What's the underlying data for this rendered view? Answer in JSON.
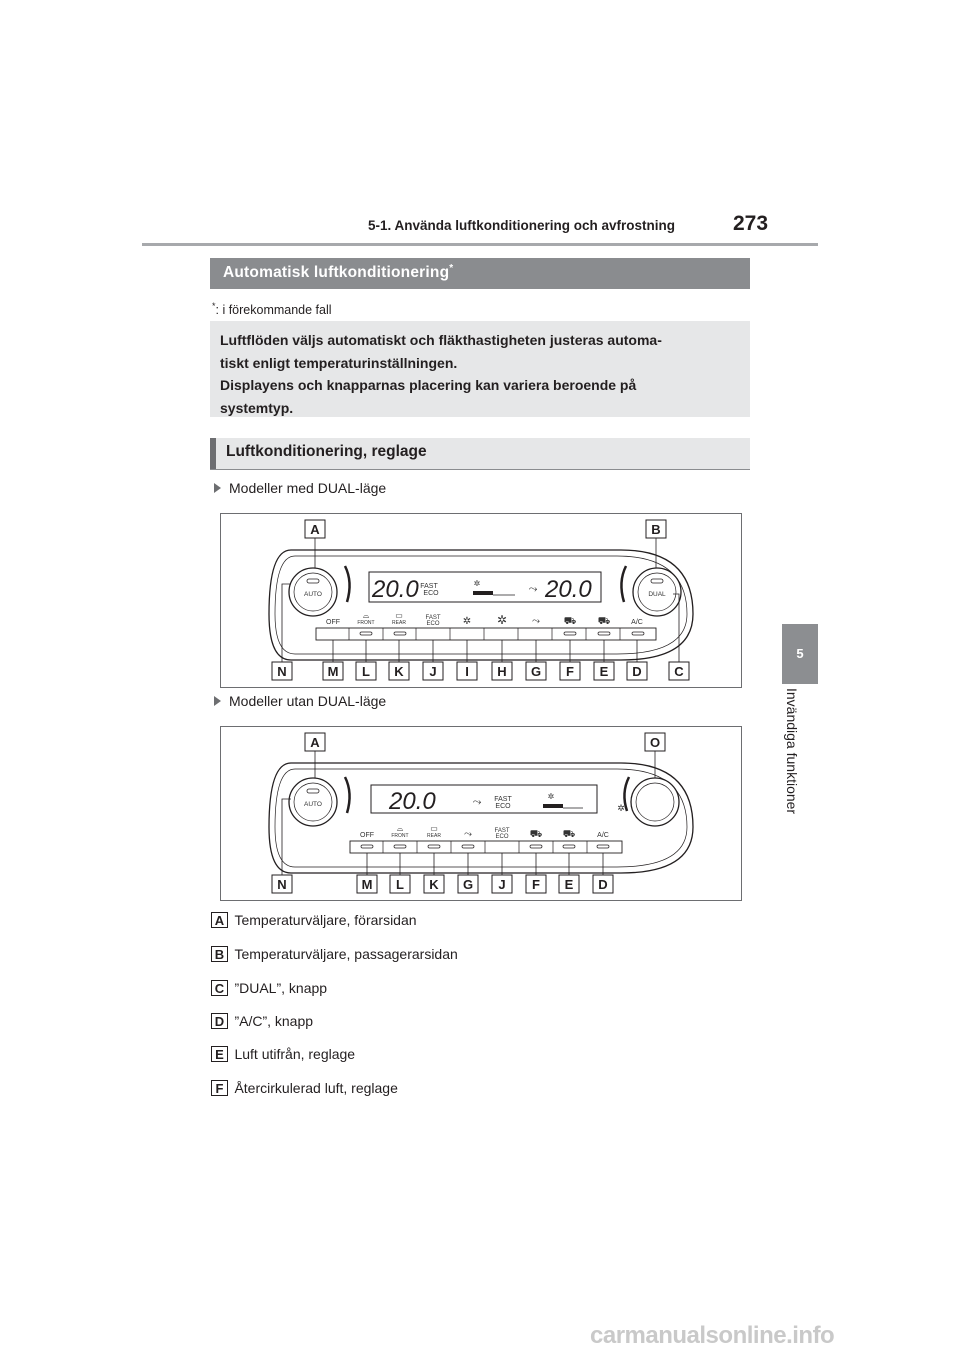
{
  "header": {
    "title": "5-1. Använda luftkonditionering och avfrostning",
    "page_number": "273"
  },
  "side_tab": {
    "chapter_number": "5",
    "chapter_title": "Invändiga funktioner"
  },
  "section1": {
    "title": "Automatisk luftkonditionering",
    "title_mark": "*",
    "footnote_mark": "*",
    "footnote_text": ": i förekommande fall",
    "note_lines": [
      "Luftflöden väljs automatiskt och fläkthastigheten justeras automa-",
      "tiskt enligt temperaturinställningen.",
      "Displayens och knapparnas placering kan variera beroende på",
      "systemtyp."
    ]
  },
  "section2": {
    "title": "Luftkonditionering, reglage",
    "model_dual_label": "Modeller med DUAL-läge",
    "model_nodual_label": "Modeller utan DUAL-läge"
  },
  "figure_dual": {
    "callouts_top": [
      "A",
      "B"
    ],
    "callouts_bottom": [
      "N",
      "M",
      "L",
      "K",
      "J",
      "I",
      "H",
      "G",
      "F",
      "E",
      "D",
      "C"
    ],
    "display_temp_left": "20.0",
    "display_temp_right": "20.0",
    "display_fast": "FAST",
    "display_eco": "ECO",
    "knob_left_label": "AUTO",
    "knob_right_label": "DUAL",
    "button_off": "OFF",
    "button_front": "FRONT",
    "button_rear": "REAR",
    "button_fast": "FAST",
    "button_eco": "ECO",
    "button_ac": "A/C"
  },
  "figure_nodual": {
    "callouts_top": [
      "A",
      "O"
    ],
    "callouts_bottom": [
      "N",
      "M",
      "L",
      "K",
      "G",
      "J",
      "F",
      "E",
      "D"
    ],
    "display_temp": "20.0",
    "display_fast": "FAST",
    "display_eco": "ECO",
    "knob_left_label": "AUTO",
    "button_off": "OFF",
    "button_front": "FRONT",
    "button_rear": "REAR",
    "button_fast": "FAST",
    "button_eco": "ECO",
    "button_ac": "A/C"
  },
  "legend": [
    {
      "letter": "A",
      "text": "Temperaturväljare, förarsidan"
    },
    {
      "letter": "B",
      "text": "Temperaturväljare, passagerarsidan"
    },
    {
      "letter": "C",
      "text": "”DUAL”, knapp"
    },
    {
      "letter": "D",
      "text": "”A/C”, knapp"
    },
    {
      "letter": "E",
      "text": "Luft utifrån, reglage"
    },
    {
      "letter": "F",
      "text": "Återcirkulerad luft, reglage"
    }
  ],
  "watermark": "carmanualsonline.info"
}
